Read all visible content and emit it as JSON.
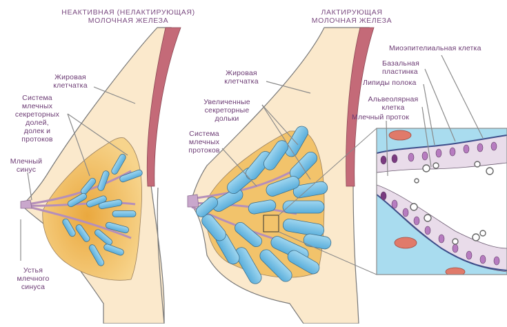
{
  "diagram": {
    "colors": {
      "label_text": "#6b3a73",
      "skin": "#fbe9cc",
      "fat_gland_region": "#f2c36b",
      "lobule_blue": "#7cc3e6",
      "duct_purple": "#c9a7cc",
      "muscle": "#c46a78",
      "leader_line": "#8a8a8a",
      "connective_tissue": "#a9dcef",
      "epithelial_cell": "#e9dcea"
    },
    "left_panel": {
      "title": "НЕАКТИВНАЯ (НЕЛАКТИРУЮЩАЯ)\nМОЛОЧНАЯ ЖЕЛЕЗА",
      "labels": {
        "fat": "Жировая\nклетчатка",
        "secretory_system": "Система\nмлечных\nсекреторных\nдолей,\nдолек и\nпротоков",
        "milk_sinus": "Млечный\nсинус",
        "sinus_openings": "Устья\nмлечного\nсинуса"
      }
    },
    "middle_panel": {
      "title": "ЛАКТИРУЮЩАЯ\nМОЛОЧНАЯ ЖЕЛЕЗА",
      "labels": {
        "fat": "Жировая\nклетчатка",
        "enlarged_lobules": "Увеличенные\nсекреторные\nдольки",
        "duct_system": "Система\nмлечных\nпротоков"
      }
    },
    "detail_panel": {
      "labels": {
        "myoepithelial": "Миоэпителиальная клетка",
        "basal_lamina": "Базальная\nпластинка",
        "milk_lipids": "Липиды полока",
        "alveolar_cell": "Альвеолярная\nклетка",
        "milk_duct": "Млечный проток"
      }
    }
  }
}
